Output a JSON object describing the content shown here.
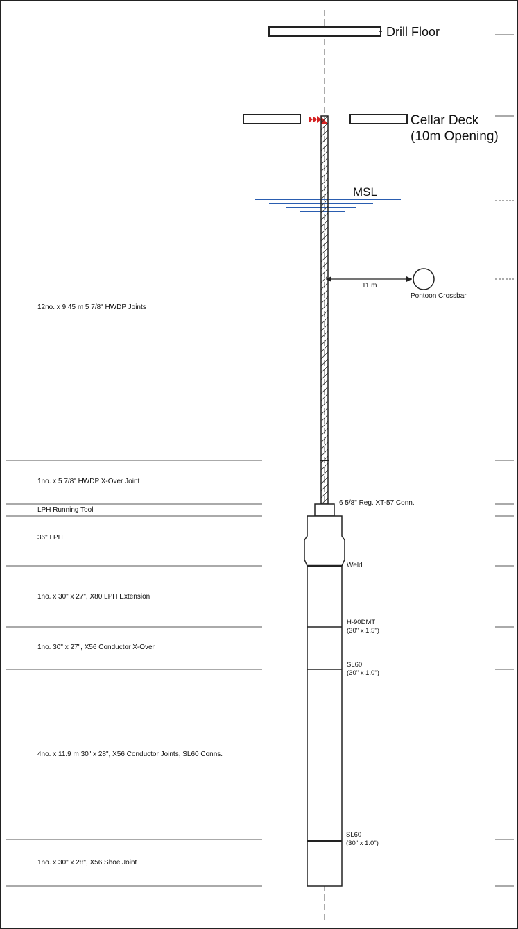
{
  "diagram": {
    "decks": {
      "drill_floor": "Drill Floor",
      "cellar_deck_line1": "Cellar Deck",
      "cellar_deck_line2": "(10m Opening)",
      "msl": "MSL"
    },
    "pontoon": {
      "distance": "11 m",
      "label": "Pontoon Crossbar"
    },
    "sections": [
      "12no. x 9.45 m 5 7/8\" HWDP Joints",
      "1no. x 5 7/8\" HWDP X-Over Joint",
      "LPH Running Tool",
      "36\" LPH",
      "1no. x 30\" x 27\", X80 LPH Extension",
      "1no. 30\" x 27\", X56 Conductor X-Over",
      "4no. x 11.9 m 30\" x 28\", X56 Conductor Joints, SL60 Conns.",
      "1no. x 30\" x 28\", X56 Shoe Joint"
    ],
    "connections": {
      "xt57": "6 5/8\" Reg. XT-57 Conn.",
      "weld": "Weld",
      "h90_name": "H-90DMT",
      "h90_size": "(30\" x 1.5\")",
      "sl60_a_name": "SL60",
      "sl60_a_size": "(30\" x 1.0\")",
      "sl60_b_name": "SL60",
      "sl60_b_size": "(30\" x 1.0\")"
    },
    "colors": {
      "water": "#2a5db0",
      "marker": "#d42020",
      "line": "#222222"
    }
  }
}
